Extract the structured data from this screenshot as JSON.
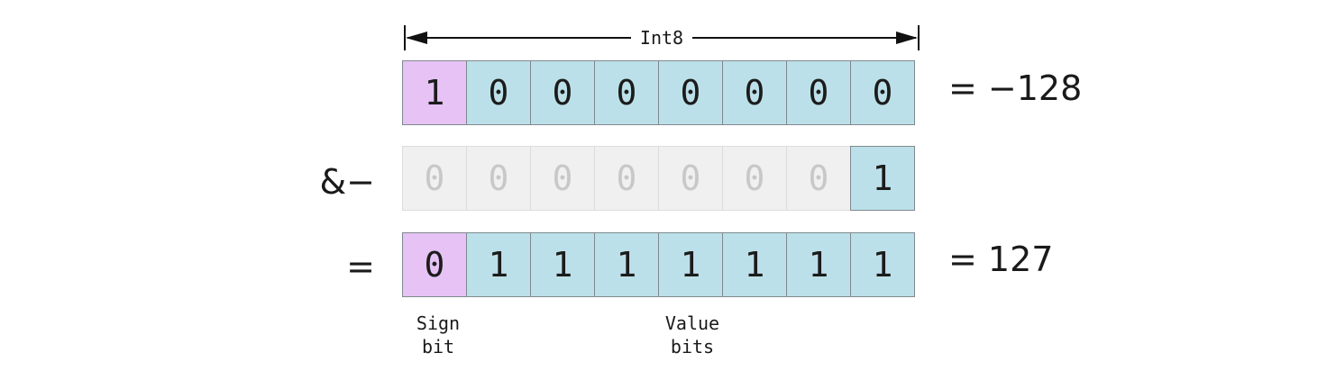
{
  "width_label": "Int8",
  "rows": [
    {
      "operator": "",
      "bits": [
        "1",
        "0",
        "0",
        "0",
        "0",
        "0",
        "0",
        "0"
      ],
      "result": "= −128"
    },
    {
      "operator": "&−",
      "bits": [
        "0",
        "0",
        "0",
        "0",
        "0",
        "0",
        "0",
        "1"
      ],
      "result": ""
    },
    {
      "operator": "=",
      "bits": [
        "0",
        "1",
        "1",
        "1",
        "1",
        "1",
        "1",
        "1"
      ],
      "result": "= 127"
    }
  ],
  "captions": {
    "sign": "Sign\nbit",
    "value": "Value\nbits"
  },
  "colors": {
    "sign_bit": "#e6c2f5",
    "value_bit": "#bce0ea",
    "faded_bit": "#f0f0f0"
  }
}
